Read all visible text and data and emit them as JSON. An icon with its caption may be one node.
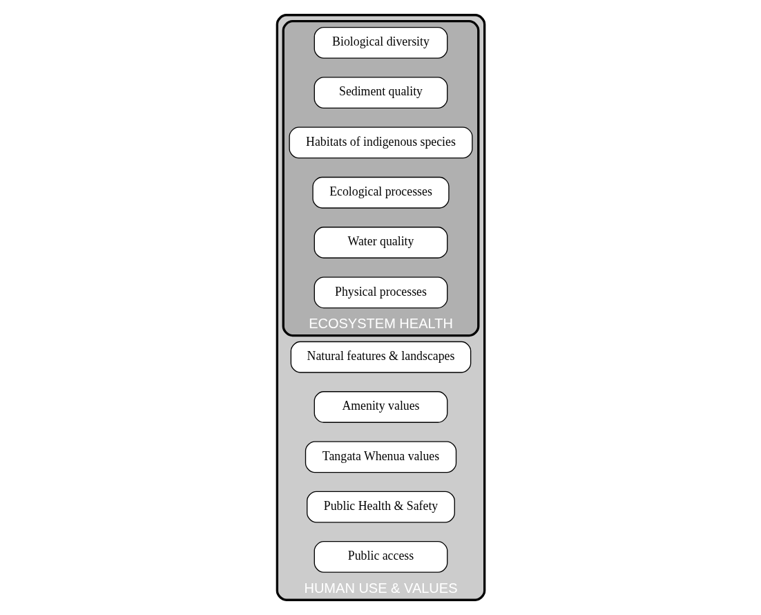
{
  "diagram": {
    "nodes": [
      {
        "text": [
          "HUMAN USE & VALUES"
        ]
      },
      {
        "text": [
          "ECOSYSTEM HEALTH"
        ],
        "in": 0
      },
      {
        "text": [
          "Biological diversity"
        ],
        "in": 1
      },
      {
        "text": [
          "Sediment quality"
        ],
        "in": 1
      },
      {
        "text": [
          "Habitats of indigenous species"
        ],
        "in": 1
      },
      {
        "text": [
          "Ecological processes"
        ],
        "in": 1
      },
      {
        "text": [
          "Water quality"
        ],
        "in": 1
      },
      {
        "text": [
          "Physical processes"
        ],
        "in": 1
      },
      {
        "text": [
          "Natural features & landscapes"
        ],
        "in": 0
      },
      {
        "text": [
          "Amenity values"
        ],
        "in": 0
      },
      {
        "text": [
          "Tangata Whenua values"
        ],
        "in": 0
      },
      {
        "text": [
          "Public Health & Safety"
        ],
        "in": 0
      },
      {
        "text": [
          "Public access"
        ],
        "in": 0
      }
    ]
  }
}
